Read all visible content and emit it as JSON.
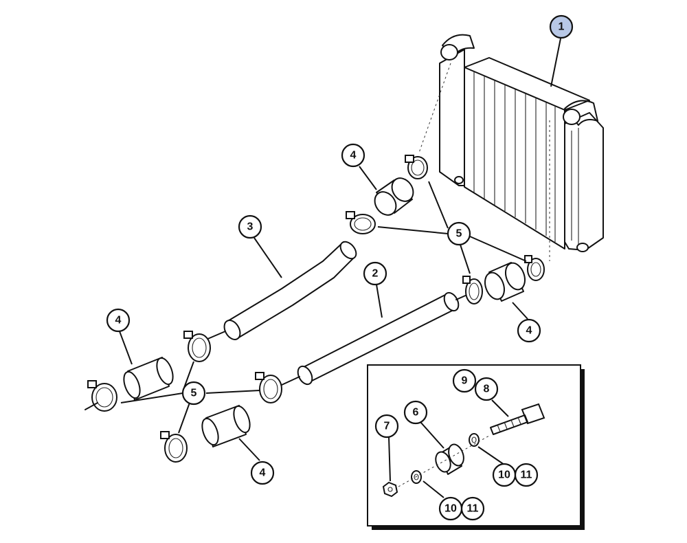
{
  "diagram": {
    "highlight_color": "#b8c8e6",
    "callouts": [
      {
        "id": "c1",
        "label": "1",
        "highlighted": true
      },
      {
        "id": "c2",
        "label": "2"
      },
      {
        "id": "c3",
        "label": "3"
      },
      {
        "id": "c4a",
        "label": "4"
      },
      {
        "id": "c4b",
        "label": "4"
      },
      {
        "id": "c4c",
        "label": "4"
      },
      {
        "id": "c4d",
        "label": "4"
      },
      {
        "id": "c5a",
        "label": "5"
      },
      {
        "id": "c5b",
        "label": "5"
      },
      {
        "id": "c6",
        "label": "6"
      },
      {
        "id": "c7",
        "label": "7"
      },
      {
        "id": "c8",
        "label": "8"
      },
      {
        "id": "c9",
        "label": "9"
      },
      {
        "id": "c10a",
        "label": "10"
      },
      {
        "id": "c11a",
        "label": "11"
      },
      {
        "id": "c10b",
        "label": "10"
      },
      {
        "id": "c11b",
        "label": "11"
      }
    ]
  }
}
